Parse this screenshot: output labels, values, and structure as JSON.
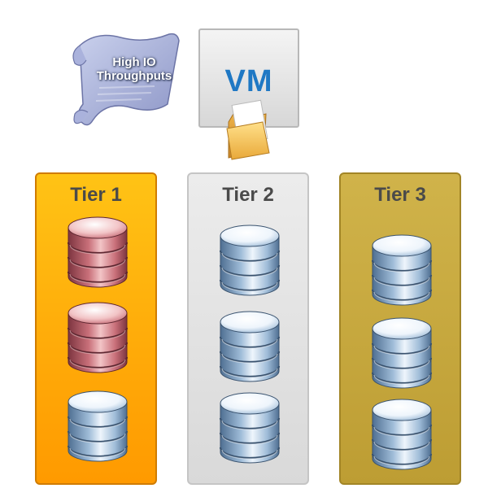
{
  "scroll": {
    "label": "High IO Throughputs",
    "icon": "scroll-icon"
  },
  "vm": {
    "label": "VM",
    "icon": "folder-icon"
  },
  "tiers": [
    {
      "title": "Tier 1",
      "databases": [
        "red",
        "red",
        "blue"
      ]
    },
    {
      "title": "Tier 2",
      "databases": [
        "blue",
        "blue",
        "blue"
      ]
    },
    {
      "title": "Tier 3",
      "databases": [
        "blue",
        "blue",
        "blue"
      ]
    }
  ],
  "colors": {
    "tier1_bg": "#ffb10f",
    "tier2_bg": "#e2e2e2",
    "tier3_bg": "#c7a83e",
    "vm_text": "#1f78c4",
    "db_red": "#b55a62",
    "db_blue": "#93b4d2"
  }
}
